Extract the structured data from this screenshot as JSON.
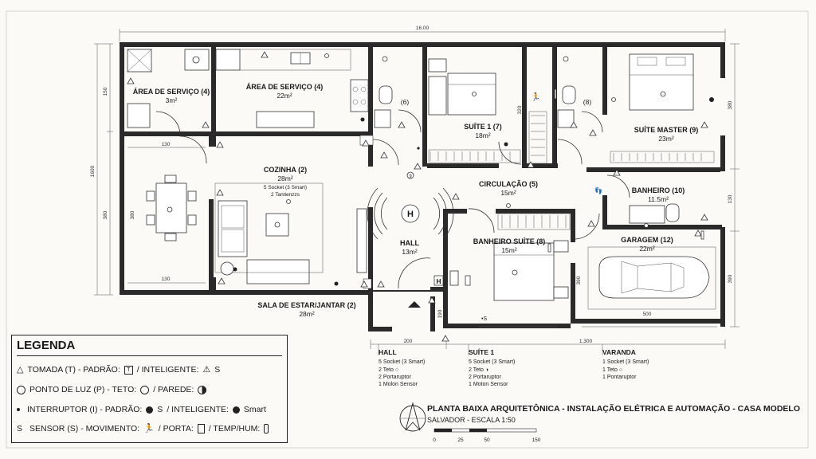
{
  "overall_dimension": "16.00",
  "dimensions": {
    "left_top": "150",
    "left_total": "1600",
    "left_mid": "380",
    "right_top": "380",
    "right_mid": "130",
    "right_low": "390",
    "bottom_hall": "200",
    "bottom_total": "1.300",
    "garage_width": "500",
    "kitchen_top": "130",
    "dining_bottom": "130",
    "dining_side": "380",
    "suite1_side": "320",
    "bath_side": "390",
    "hall_side": "190"
  },
  "rooms": {
    "servico_small": {
      "name": "ÁREA DE SERVIÇO (4)",
      "area": "3m²"
    },
    "servico": {
      "name": "ÁREA DE SERVIÇO (4)",
      "area": "22m²"
    },
    "wc6": {
      "name": "(6)"
    },
    "suite1": {
      "name": "SUÍTE 1 (7)",
      "area": "18m²"
    },
    "wc8": {
      "name": "(8)"
    },
    "suite_master": {
      "name": "SUÍTE MASTER (9)",
      "area": "23m²"
    },
    "cozinha": {
      "name": "COZINHA (2)",
      "area": "28m²",
      "note1": "5 Socket (3 Smart)",
      "note2": "2 Tantienzzs"
    },
    "circulacao": {
      "name": "CIRCULAÇÃO (5)",
      "area": "15m²"
    },
    "banheiro": {
      "name": "BANHEIRO (10)",
      "area": "11.5m²"
    },
    "hall": {
      "name": "HALL",
      "area": "13m²"
    },
    "banheiro_suite": {
      "name": "BANHEIRO SUÍTE (8)",
      "area": "15m²"
    },
    "garagem": {
      "name": "GARAGEM (12)",
      "area": "22m²"
    },
    "sala": {
      "name": "SALA DE ESTAR/JANTAR (2)",
      "area": "28m²"
    }
  },
  "symbols": {
    "hall_badge": "H",
    "hall_switch": "H",
    "bath_sensor": "•S",
    "sensor_9": "9"
  },
  "notes": {
    "hall": {
      "title": "HALL",
      "lines": [
        "5 Socket (3 Smart)",
        "2 Teto ○",
        "2 Portaruptor",
        "1 Molon Sensor"
      ]
    },
    "suite1": {
      "title": "SUÍTE 1",
      "lines": [
        "5 Socket (3 Smart)",
        "2 Teto ◑",
        "2 Portaruptor",
        "1 Moton Sensor"
      ]
    },
    "varanda": {
      "title": "VARANDA",
      "lines": [
        "1 Socket (3 Smart)",
        "1 Teto ○",
        "1 Pontaruptor"
      ]
    }
  },
  "legend": {
    "title": "LEGENDA",
    "row1": {
      "label": "TOMADA (T) - PADRÃO:",
      "sep": "/ INTELIGENTE:",
      "box": "T",
      "suffix": "S"
    },
    "row2": {
      "label": "PONTO DE LUZ (P) - TETO:",
      "sep": "/ PAREDE:"
    },
    "row3": {
      "label": "INTERRUPTOR (I) - PADRÃO:",
      "std": "S",
      "sep": "/ INTELIGENTE:",
      "smart": "Smart"
    },
    "row4": {
      "prefix": "S",
      "label": "SENSOR (S) - MOVIMENTO:",
      "sep1": "/ PORTA:",
      "sep2": "/ TEMP/HUM:"
    }
  },
  "title_block": {
    "title": "PLANTA BAIXA ARQUITETÔNICA - INSTALAÇÃO ELÉTRICA E AUTOMAÇÃO - CASA MODELO",
    "subtitle": "SALVADOR - ESCALA 1:50",
    "scale_ticks": [
      "0",
      "25",
      "50",
      "150"
    ]
  },
  "colors": {
    "wall": "#2a2a2a",
    "paper": "#fbfaf6",
    "ink": "#1a1a1a"
  }
}
